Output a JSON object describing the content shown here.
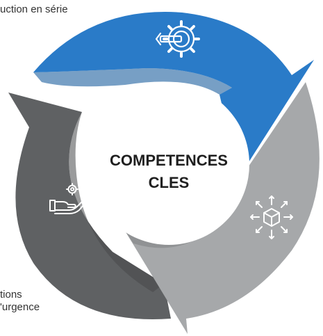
{
  "center": {
    "line1": "COMPETENCES",
    "line2": "CLES"
  },
  "captions": {
    "top": "uction en série",
    "bottom_line1": "tions",
    "bottom_line2": "'urgence"
  },
  "segments": [
    {
      "name": "blue",
      "color": "#2a7bc8",
      "shade": "#1d5f9f",
      "icon": "wrench-gear-icon"
    },
    {
      "name": "light-gray",
      "color": "#a6a8aa",
      "shade": "#828486",
      "icon": "box-arrows-icon"
    },
    {
      "name": "dark-gray",
      "color": "#5f6163",
      "shade": "#47494b",
      "icon": "hand-gear-icon"
    }
  ]
}
